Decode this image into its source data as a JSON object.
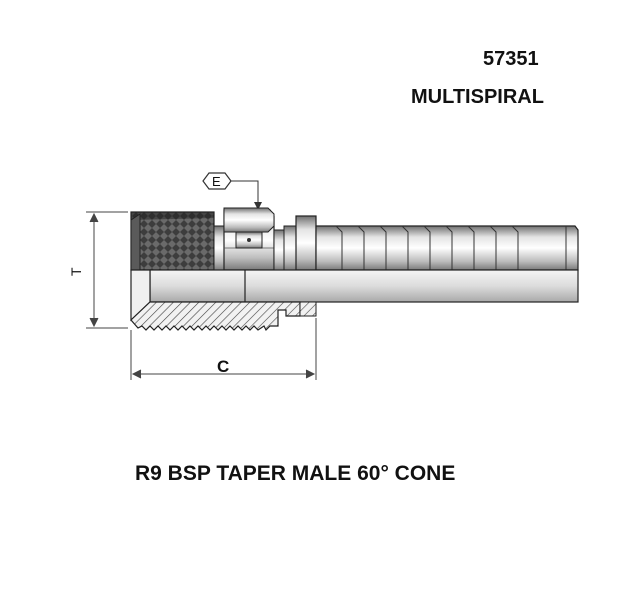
{
  "header": {
    "part_number": "57351",
    "series": "MULTISPIRAL"
  },
  "drawing": {
    "label_e": "E",
    "label_t": "T",
    "label_c": "C"
  },
  "footer": {
    "description": "R9 BSP TAPER MALE 60° CONE"
  }
}
